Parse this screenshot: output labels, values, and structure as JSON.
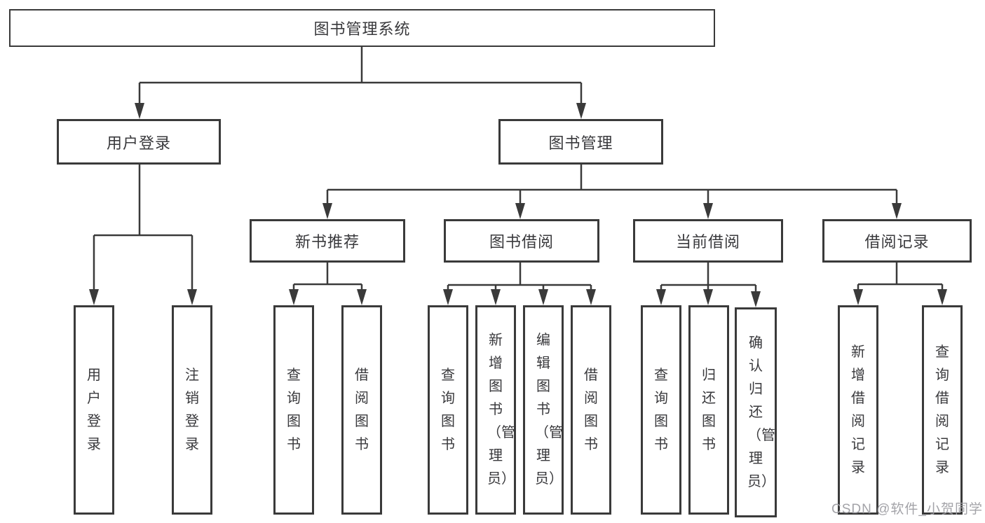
{
  "diagram": {
    "title": "图书管理系统",
    "root": {
      "label": "图书管理系统"
    },
    "level2": [
      {
        "label": "用户登录"
      },
      {
        "label": "图书管理"
      }
    ],
    "level3": [
      {
        "label": "新书推荐"
      },
      {
        "label": "图书借阅"
      },
      {
        "label": "当前借阅"
      },
      {
        "label": "借阅记录"
      }
    ],
    "leaves": [
      {
        "label": "用户登录"
      },
      {
        "label": "注销登录"
      },
      {
        "label": "查询图书"
      },
      {
        "label": "借阅图书"
      },
      {
        "label": "查询图书"
      },
      {
        "label": "新增图书（管理员）"
      },
      {
        "label": "编辑图书（管理员）"
      },
      {
        "label": "借阅图书"
      },
      {
        "label": "查询图书"
      },
      {
        "label": "归还图书"
      },
      {
        "label": "确认归还（管理员）"
      },
      {
        "label": "新增借阅记录"
      },
      {
        "label": "查询借阅记录"
      }
    ],
    "colors": {
      "line": "#3a3a3a",
      "text": "#39393c",
      "background": "#ffffff",
      "watermark": "#9e9ea3"
    }
  },
  "watermark": {
    "text": "CSDN @软件_小贺同学"
  }
}
